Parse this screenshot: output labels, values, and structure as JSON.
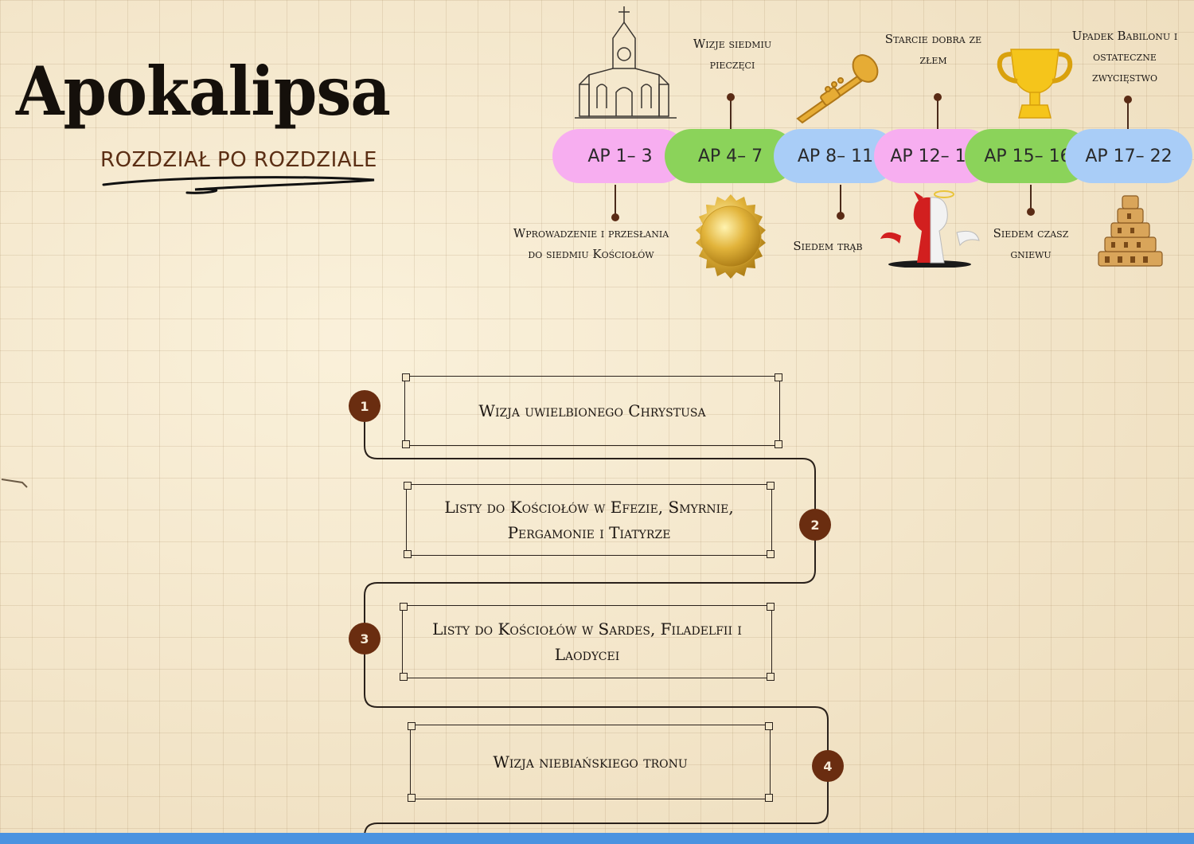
{
  "header": {
    "title": "Apokalipsa",
    "subtitle": "ROZDZIAŁ PO ROZDZIALE"
  },
  "timeline": {
    "segments": [
      {
        "label": "AP 1– 3",
        "color": "#f7aef0"
      },
      {
        "label": "AP 4– 7",
        "color": "#8bd35a"
      },
      {
        "label": "AP 8– 11",
        "color": "#a9cdf7"
      },
      {
        "label": "AP 12– 14",
        "color": "#f7aef0"
      },
      {
        "label": "AP 15– 16",
        "color": "#8bd35a"
      },
      {
        "label": "AP 17– 22",
        "color": "#a9cdf7"
      }
    ],
    "annotations": {
      "ap1_3": "Wprowadzenie i przesłania do siedmiu Kościołów",
      "ap4_7": "Wizje siedmiu pieczęci",
      "ap8_11": "Siedem trąb",
      "ap12_14": "Starcie dobra ze złem",
      "ap15_16": "Siedem czasz gniewu",
      "ap17_22": "Upadek Babilonu i ostateczne zwycięstwo"
    },
    "icons": [
      "church-icon",
      "seal-icon",
      "trumpet-icon",
      "devil-angel-icon",
      "trophy-icon",
      "tower-of-babel-icon"
    ]
  },
  "steps": [
    {
      "number": "1",
      "text": "Wizja uwielbionego Chrystusa"
    },
    {
      "number": "2",
      "text": "Listy do Kościołów w Efezie, Smyrnie, Pergamonie i Tiatyrze"
    },
    {
      "number": "3",
      "text": "Listy do Kościołów w Sardes, Filadelfii i Laodycei"
    },
    {
      "number": "4",
      "text": "Wizja niebiańskiego tronu"
    }
  ],
  "colors": {
    "badge": "#6a2d10",
    "bottom_bar": "#4b93e0"
  }
}
